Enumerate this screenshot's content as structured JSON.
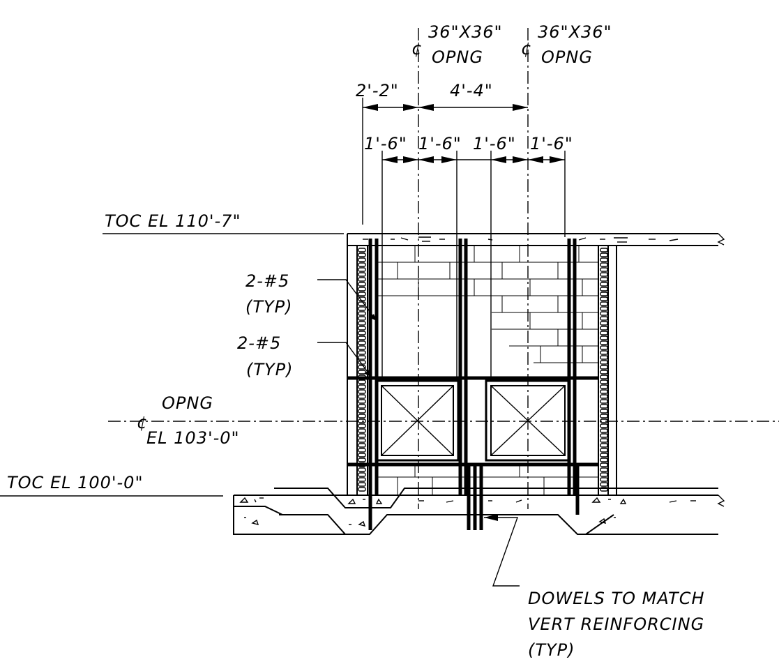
{
  "labels": {
    "opng_top_left": "36\"X36\"",
    "opng_top_left_2": "OPNG",
    "opng_top_right": "36\"X36\"",
    "opng_top_right_2": "OPNG",
    "dim_2_2": "2'-2\"",
    "dim_4_4": "4'-4\"",
    "dim_1_6_a": "1'-6\"",
    "dim_1_6_b": "1'-6\"",
    "dim_1_6_c": "1'-6\"",
    "dim_1_6_d": "1'-6\"",
    "toc_top": "TOC EL 110'-7\"",
    "toc_bottom": "TOC EL 100'-0\"",
    "bar_callout_1a": "2-#5",
    "bar_callout_1b": "(TYP)",
    "bar_callout_2a": "2-#5",
    "bar_callout_2b": "(TYP)",
    "opng_center_1": "OPNG",
    "opng_center_2": "EL 103'-0\"",
    "dowel_1": "DOWELS TO MATCH",
    "dowel_2": "VERT REINFORCING",
    "dowel_3": "(TYP)"
  },
  "symbols": {
    "centerline": "¢"
  }
}
